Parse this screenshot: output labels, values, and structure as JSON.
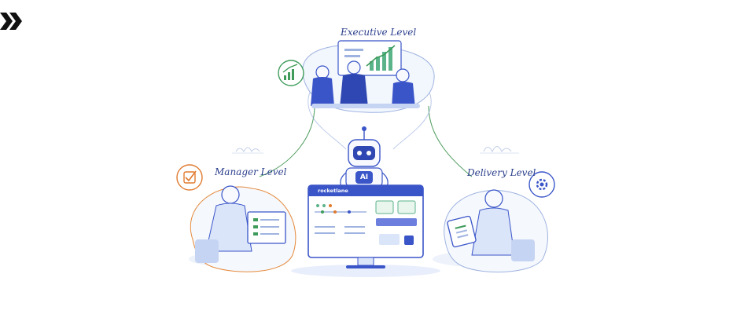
{
  "levels": {
    "executive": "Executive Level",
    "manager": "Manager Level",
    "delivery": "Delivery Level"
  },
  "screen": {
    "brand": "rocketlane"
  },
  "robot": {
    "badge": "AI"
  },
  "icons": {
    "corner_logo": "double-chevron-right-icon",
    "growth": "bar-chart-growth-icon",
    "task": "checkbox-task-icon",
    "gear": "gear-icon"
  },
  "colors": {
    "ink": "#2a3e8c",
    "primary": "#3a55c8",
    "green": "#3e9b5a",
    "orange": "#e07a2f",
    "sky": "#dce7fb"
  }
}
